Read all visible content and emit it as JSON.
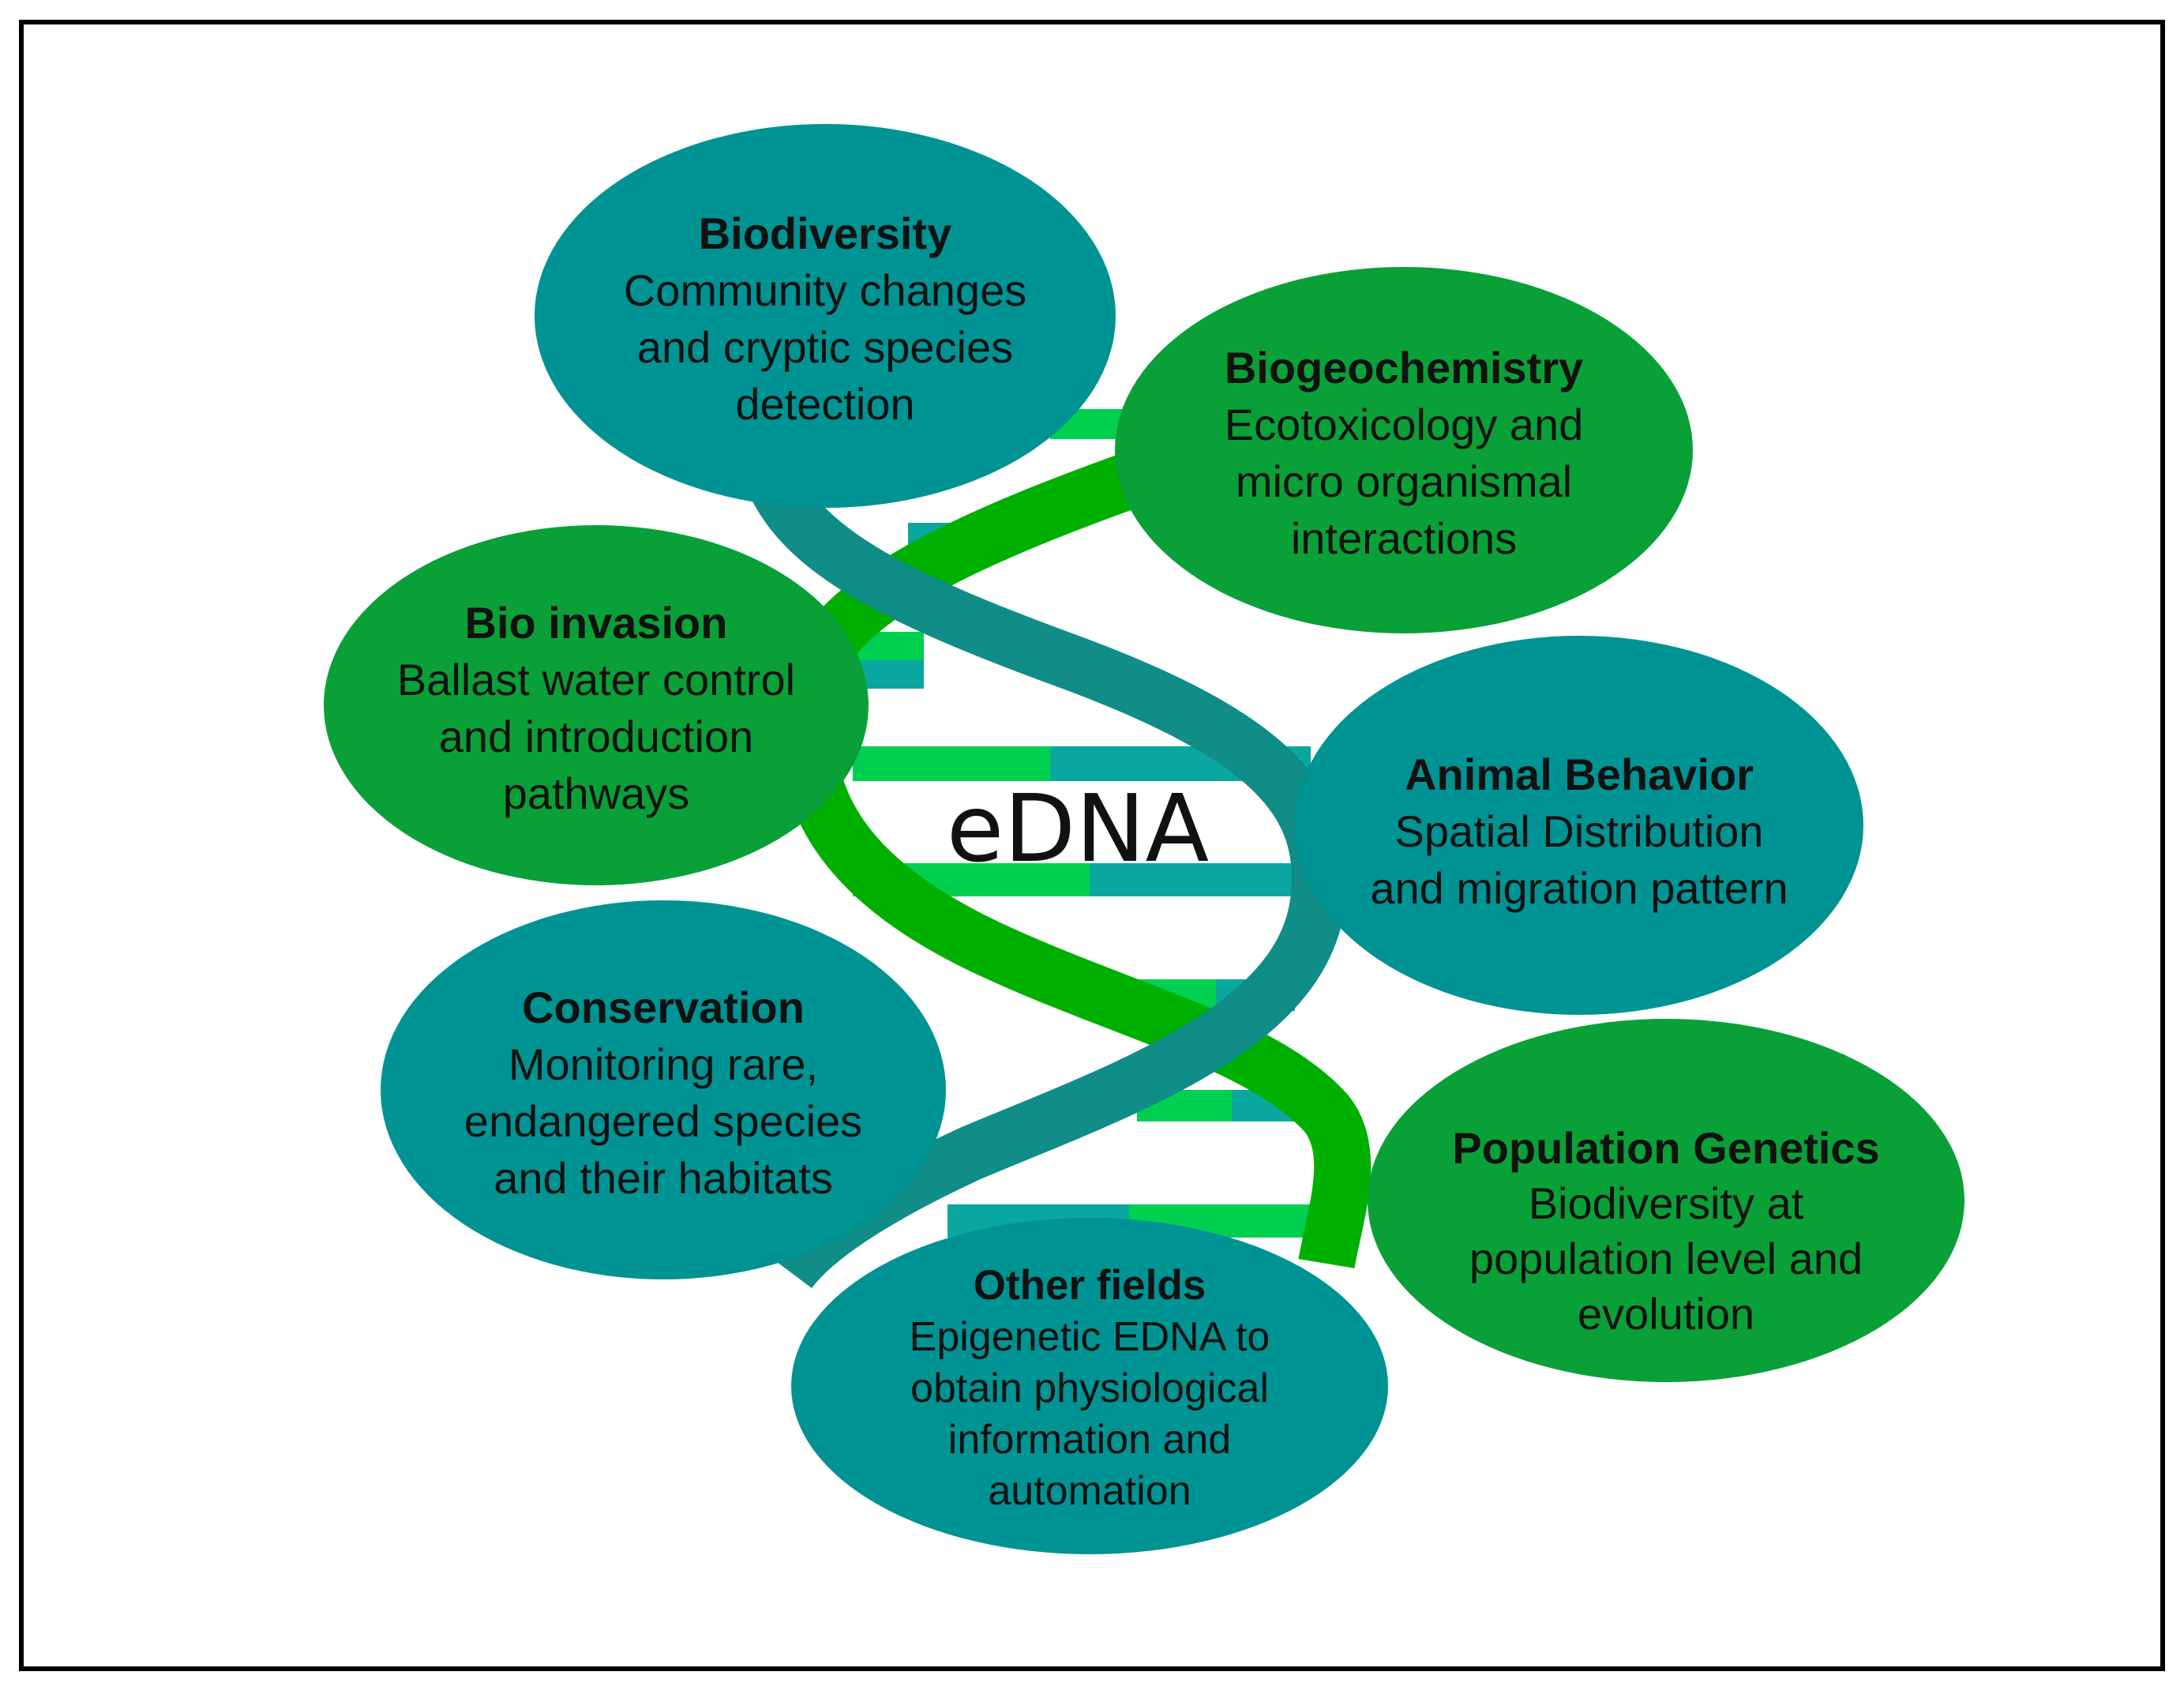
{
  "center_label": "eDNA",
  "colors": {
    "teal": "#009393",
    "green": "#0aa038",
    "strand_teal": "#0f8d86",
    "strand_green": "#00b000",
    "rung_light_green": "#00d050",
    "rung_teal": "#0aa7a0",
    "border": "#000000"
  },
  "topics": {
    "biodiversity": {
      "title": "Biodiversity",
      "lines": [
        "Community changes",
        "and cryptic species",
        "detection"
      ]
    },
    "biogeochemistry": {
      "title": "Biogeochemistry",
      "lines": [
        "Ecotoxicology and",
        "micro organismal",
        "interactions"
      ]
    },
    "bio_invasion": {
      "title": "Bio invasion",
      "lines": [
        "Ballast water control",
        "and introduction",
        "pathways"
      ]
    },
    "animal_behavior": {
      "title": "Animal Behavior",
      "lines": [
        "Spatial Distribution",
        "and migration pattern"
      ]
    },
    "conservation": {
      "title": "Conservation",
      "lines": [
        "Monitoring rare,",
        "endangered species",
        "and their habitats"
      ]
    },
    "population_genetics": {
      "title": "Population Genetics",
      "lines": [
        "Biodiversity at",
        "population level and",
        "evolution"
      ]
    },
    "other_fields": {
      "title": "Other fields",
      "lines": [
        "Epigenetic EDNA to",
        "obtain physiological",
        "information and",
        "automation"
      ]
    }
  }
}
